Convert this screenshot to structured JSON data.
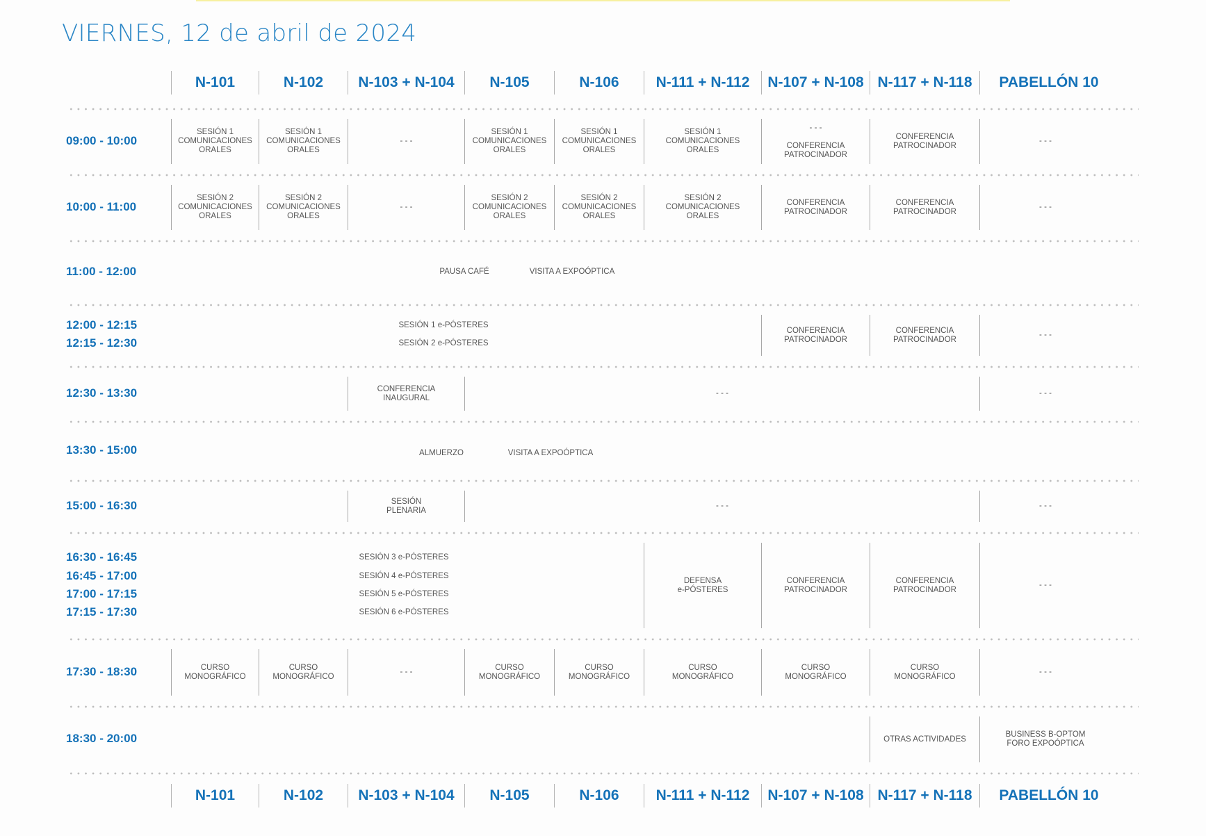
{
  "title": "VIERNES, 12 de abril de 2024",
  "rooms": [
    "N-101",
    "N-102",
    "N-103 + N-104",
    "N-105",
    "N-106",
    "N-111 + N-112",
    "N-107 + N-108",
    "N-117 + N-118",
    "PABELLÓN 10"
  ],
  "colors": {
    "accent": "#1572b8",
    "text": "#555555",
    "divider": "#a8a8a8"
  },
  "rows": [
    {
      "times": [
        "09:00 - 10:00"
      ],
      "cells": [
        {
          "cols": [
            0,
            0
          ],
          "text": "SESIÓN 1\nCOMUNICACIONES\nORALES"
        },
        {
          "cols": [
            1,
            1
          ],
          "text": "SESIÓN 1\nCOMUNICACIONES\nORALES"
        },
        {
          "cols": [
            2,
            2
          ],
          "text": "- - -"
        },
        {
          "cols": [
            3,
            3
          ],
          "text": "SESIÓN 1\nCOMUNICACIONES\nORALES"
        },
        {
          "cols": [
            4,
            4
          ],
          "text": "SESIÓN 1\nCOMUNICACIONES\nORALES"
        },
        {
          "cols": [
            5,
            5
          ],
          "text": "SESIÓN 1\nCOMUNICACIONES\nORALES"
        },
        {
          "cols": [
            6,
            6
          ],
          "text": "- - -\n\nCONFERENCIA\nPATROCINADOR"
        },
        {
          "cols": [
            7,
            7
          ],
          "text": "CONFERENCIA\nPATROCINADOR"
        },
        {
          "cols": [
            8,
            8
          ],
          "text": "- - -"
        }
      ]
    },
    {
      "times": [
        "10:00 - 11:00"
      ],
      "cells": [
        {
          "cols": [
            0,
            0
          ],
          "text": "SESIÓN 2\nCOMUNICACIONES\nORALES"
        },
        {
          "cols": [
            1,
            1
          ],
          "text": "SESIÓN 2\nCOMUNICACIONES\nORALES"
        },
        {
          "cols": [
            2,
            2
          ],
          "text": "- - -"
        },
        {
          "cols": [
            3,
            3
          ],
          "text": "SESIÓN 2\nCOMUNICACIONES\nORALES"
        },
        {
          "cols": [
            4,
            4
          ],
          "text": "SESIÓN 2\nCOMUNICACIONES\nORALES"
        },
        {
          "cols": [
            5,
            5
          ],
          "text": "SESIÓN 2\nCOMUNICACIONES\nORALES"
        },
        {
          "cols": [
            6,
            6
          ],
          "text": "CONFERENCIA\nPATROCINADOR"
        },
        {
          "cols": [
            7,
            7
          ],
          "text": "CONFERENCIA\nPATROCINADOR"
        },
        {
          "cols": [
            8,
            8
          ],
          "text": "- - -"
        }
      ]
    },
    {
      "times": [
        "11:00 - 12:00"
      ],
      "cells": [],
      "free": [
        "PAUSA CAFÉ",
        "VISITA A EXPOÓPTICA"
      ]
    },
    {
      "times": [
        "12:00 - 12:15",
        "12:15 - 12:30"
      ],
      "cells": [
        {
          "cols": [
            6,
            6
          ],
          "text": "CONFERENCIA\nPATROCINADOR"
        },
        {
          "cols": [
            7,
            7
          ],
          "text": "CONFERENCIA\nPATROCINADOR"
        },
        {
          "cols": [
            8,
            8
          ],
          "text": "- - -"
        }
      ],
      "free": [
        "SESIÓN 1 e-PÓSTERES",
        "SESIÓN 2 e-PÓSTERES"
      ]
    },
    {
      "times": [
        "12:30 - 13:30"
      ],
      "cells": [
        {
          "cols": [
            2,
            2
          ],
          "text": "CONFERENCIA\nINAUGURAL"
        },
        {
          "cols": [
            3,
            7
          ],
          "text": "- - -"
        },
        {
          "cols": [
            8,
            8
          ],
          "text": "- - -"
        }
      ]
    },
    {
      "times": [
        "13:30 - 15:00"
      ],
      "cells": [],
      "free": [
        "ALMUERZO",
        "VISITA A EXPOÓPTICA"
      ]
    },
    {
      "times": [
        "15:00 - 16:30"
      ],
      "cells": [
        {
          "cols": [
            2,
            2
          ],
          "text": "SESIÓN\nPLENARIA"
        },
        {
          "cols": [
            3,
            7
          ],
          "text": "- - -"
        },
        {
          "cols": [
            8,
            8
          ],
          "text": "- - -"
        }
      ]
    },
    {
      "times": [
        "16:30 - 16:45",
        "16:45 - 17:00",
        "17:00 - 17:15",
        "17:15 - 17:30"
      ],
      "cells": [
        {
          "cols": [
            5,
            5
          ],
          "text": "DEFENSA\ne-PÓSTERES"
        },
        {
          "cols": [
            6,
            6
          ],
          "text": "CONFERENCIA\nPATROCINADOR"
        },
        {
          "cols": [
            7,
            7
          ],
          "text": "CONFERENCIA\nPATROCINADOR"
        },
        {
          "cols": [
            8,
            8
          ],
          "text": "- - -"
        }
      ],
      "free": [
        "SESIÓN 3 e-PÓSTERES",
        "SESIÓN 4 e-PÓSTERES",
        "SESIÓN 5 e-PÓSTERES",
        "SESIÓN 6 e-PÓSTERES"
      ]
    },
    {
      "times": [
        "17:30 - 18:30"
      ],
      "cells": [
        {
          "cols": [
            0,
            0
          ],
          "text": "CURSO\nMONOGRÁFICO"
        },
        {
          "cols": [
            1,
            1
          ],
          "text": "CURSO\nMONOGRÁFICO"
        },
        {
          "cols": [
            2,
            2
          ],
          "text": "- - -"
        },
        {
          "cols": [
            3,
            3
          ],
          "text": "CURSO\nMONOGRÁFICO"
        },
        {
          "cols": [
            4,
            4
          ],
          "text": "CURSO\nMONOGRÁFICO"
        },
        {
          "cols": [
            5,
            5
          ],
          "text": "CURSO\nMONOGRÁFICO"
        },
        {
          "cols": [
            6,
            6
          ],
          "text": "CURSO\nMONOGRÁFICO"
        },
        {
          "cols": [
            7,
            7
          ],
          "text": "CURSO\nMONOGRÁFICO"
        },
        {
          "cols": [
            8,
            8
          ],
          "text": "- - -"
        }
      ]
    },
    {
      "times": [
        "18:30 - 20:00"
      ],
      "cells": [
        {
          "cols": [
            7,
            7
          ],
          "text": "OTRAS ACTIVIDADES"
        },
        {
          "cols": [
            8,
            8
          ],
          "text": "BUSINESS B-OPTOM\nFORO EXPOÓPTICA"
        }
      ]
    }
  ]
}
